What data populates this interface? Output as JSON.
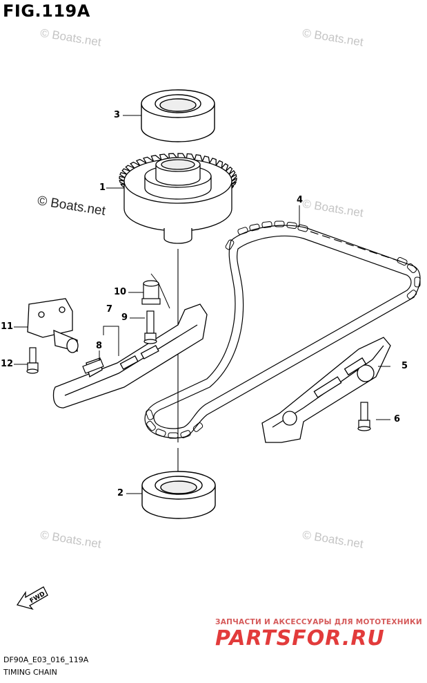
{
  "figure": {
    "title": "FIG.119A"
  },
  "footer": {
    "code": "DF90A_E03_016_119A",
    "caption": "TIMING CHAIN"
  },
  "watermarks": {
    "light": "© Boats.net",
    "dark": "© Boats.net"
  },
  "callouts": [
    "1",
    "2",
    "3",
    "4",
    "5",
    "6",
    "7",
    "8",
    "9",
    "10",
    "11",
    "12"
  ],
  "direction_marker": "FWD",
  "advert": {
    "tagline": "ЗАПЧАСТИ И АКСЕССУАРЫ ДЛЯ МОТОТЕХНИКИ",
    "logo": "PARTSFOR.RU"
  },
  "icons": [
    "gear-icon",
    "bearing-icon",
    "chain-icon",
    "guide-icon",
    "bolt-icon",
    "arrow-icon"
  ]
}
